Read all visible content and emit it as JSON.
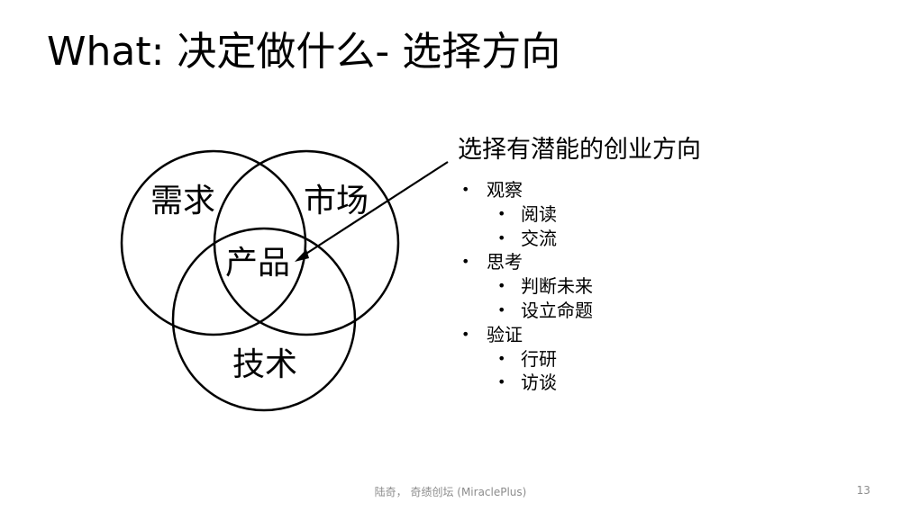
{
  "slide": {
    "title": "What: 决定做什么- 选择方向",
    "venn": {
      "top_left": "需求",
      "top_right": "市场",
      "center": "产品",
      "bottom": "技术"
    },
    "callout": "选择有潜能的创业方向",
    "bullets": [
      {
        "label": "观察",
        "children": [
          "阅读",
          "交流"
        ]
      },
      {
        "label": "思考",
        "children": [
          "判断未来",
          "设立命题"
        ]
      },
      {
        "label": "验证",
        "children": [
          "行研",
          "访谈"
        ]
      }
    ],
    "footer": "陆奇， 奇绩创坛 (MiraclePlus)",
    "page_number": "13"
  }
}
